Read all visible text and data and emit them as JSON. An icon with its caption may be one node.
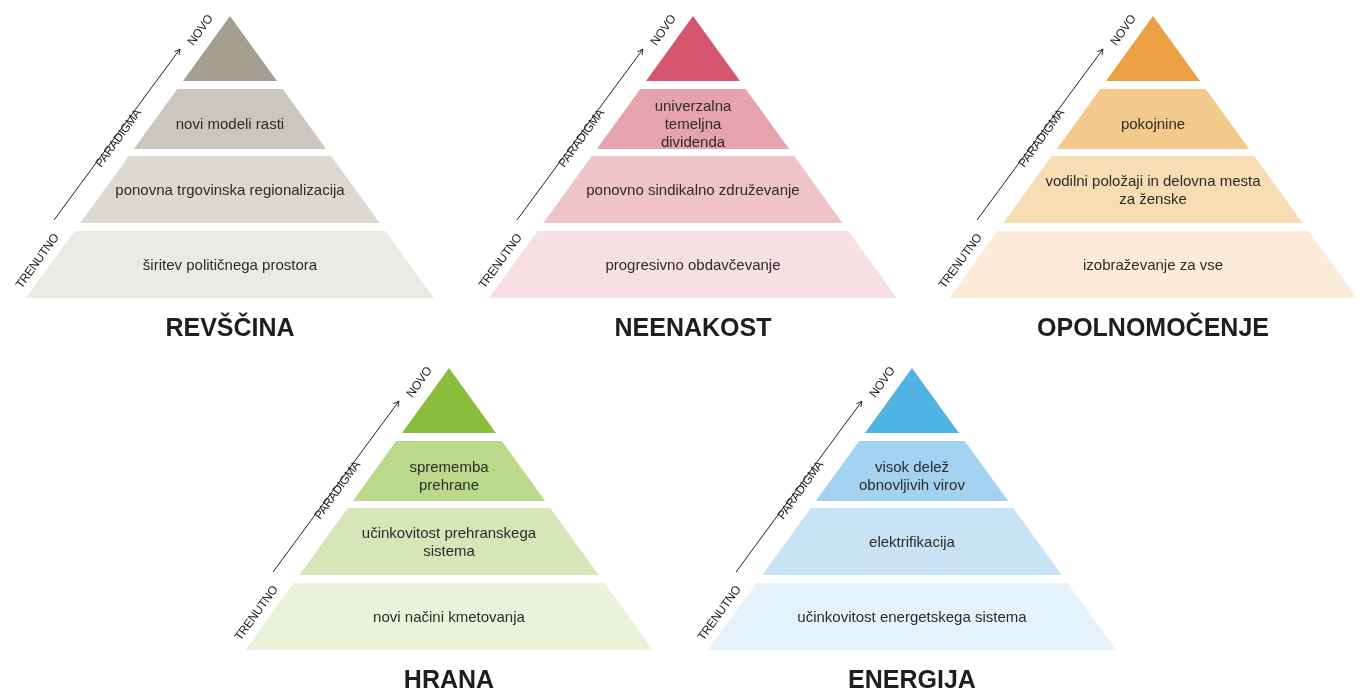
{
  "diagram": {
    "nodes": [
      {
        "text": [],
        "shape": "triangle"
      },
      {
        "text": [
          "novi modeli rasti"
        ]
      },
      {
        "text": [
          "ponovna trgovinska regionalizacija"
        ]
      },
      {
        "text": [
          "širitev političnega prostora"
        ]
      },
      {
        "text": [],
        "shape": "triangle"
      },
      {
        "text": [
          "univerzalna temeljna dividenda"
        ]
      },
      {
        "text": [
          "ponovno sindikalno združevanje"
        ]
      },
      {
        "text": [
          "progresivno obdavčevanje"
        ]
      },
      {
        "text": [],
        "shape": "triangle"
      },
      {
        "text": [
          "pokojnine"
        ]
      },
      {
        "text": [
          "vodilni položaji in delovna mesta za ženske"
        ]
      },
      {
        "text": [
          "izobraževanje za vse"
        ]
      },
      {
        "text": [],
        "shape": "triangle"
      },
      {
        "text": [
          "sprememba prehrane"
        ]
      },
      {
        "text": [
          "učinkovitost prehranskega sistema"
        ]
      },
      {
        "text": [
          "novi načini kmetovanja"
        ]
      },
      {
        "text": [],
        "shape": "triangle"
      },
      {
        "text": [
          "visok delež obnovljivih virov"
        ]
      },
      {
        "text": [
          "elektrifikacija"
        ]
      },
      {
        "text": [
          "učinkovitost energetskega sistema"
        ]
      }
    ],
    "edges": [],
    "labels": [
      "NOVO",
      "PARADIGMA",
      "TRENUTNO",
      "REVŠČINA",
      "NOVO",
      "PARADIGMA",
      "TRENUTNO",
      "NEENAKOST",
      "NOVO",
      "PARADIGMA",
      "TRENUTNO",
      "OPOLNOMOČENJE",
      "NOVO",
      "PARADIGMA",
      "TRENUTNO",
      "HRANA",
      "NOVO",
      "PARADIGMA",
      "TRENUTNO",
      "ENERGIJA"
    ]
  }
}
